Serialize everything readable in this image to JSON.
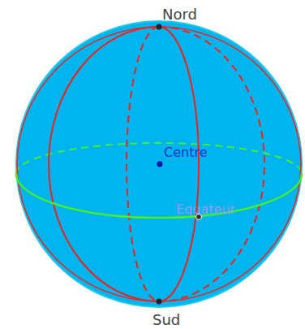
{
  "diagram": {
    "labels": [
      "Nord",
      "Centre",
      "Equateur",
      "Sud"
    ]
  }
}
